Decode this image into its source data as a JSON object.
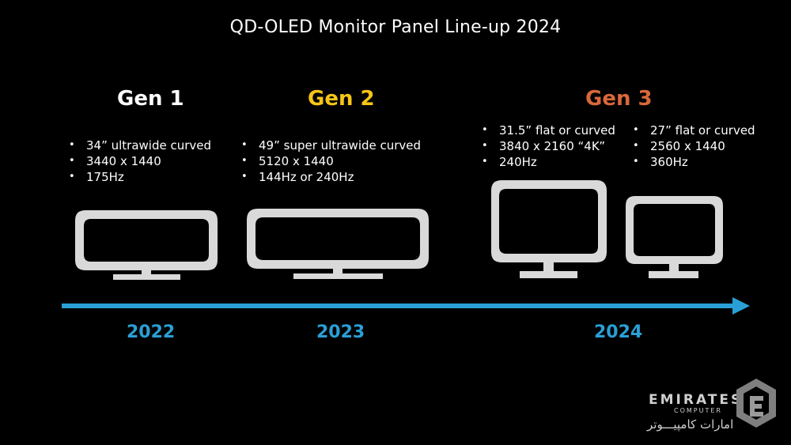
{
  "title": "QD-OLED Monitor Panel Line-up 2024",
  "colors": {
    "gen1": "#ffffff",
    "gen2": "#f5c518",
    "gen3": "#d8683a",
    "timeline": "#2a9fd6",
    "monitor": "#d9d9d9"
  },
  "generations": [
    {
      "title": "Gen 1",
      "year": "2022",
      "panels": [
        {
          "specs": [
            "34” ultrawide curved",
            "3440 x 1440",
            "175Hz"
          ]
        }
      ]
    },
    {
      "title": "Gen 2",
      "year": "2023",
      "panels": [
        {
          "specs": [
            "49” super ultrawide curved",
            "5120 x 1440",
            "144Hz or 240Hz"
          ]
        }
      ]
    },
    {
      "title": "Gen 3",
      "year": "2024",
      "panels": [
        {
          "specs": [
            "31.5” flat or curved",
            "3840 x 2160 “4K”",
            "240Hz"
          ]
        },
        {
          "specs": [
            "27” flat or curved",
            "2560 x 1440",
            "360Hz"
          ]
        }
      ]
    }
  ],
  "logo": {
    "name": "EMIRATES",
    "sub": "COMPUTER",
    "arabic": "امارات کامپیـــوتر"
  }
}
